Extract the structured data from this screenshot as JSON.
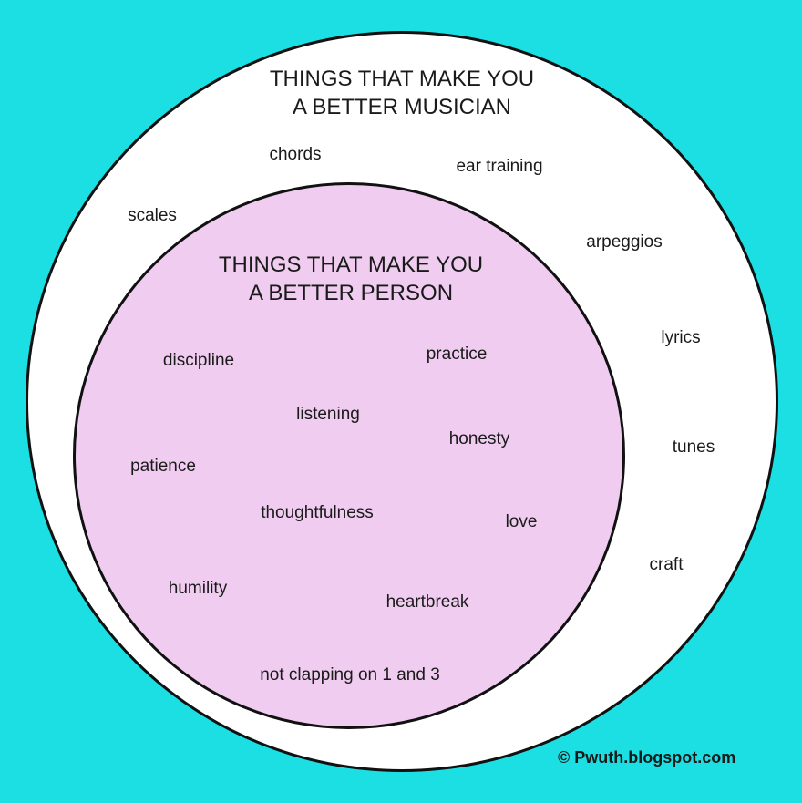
{
  "musician_set": {
    "title_line1": "THINGS THAT MAKE YOU",
    "title_line2": "A BETTER MUSICIAN",
    "items": [
      "chords",
      "ear training",
      "scales",
      "arpeggios",
      "lyrics",
      "tunes",
      "craft"
    ]
  },
  "person_set": {
    "title_line1": "THINGS THAT MAKE YOU",
    "title_line2": "A BETTER PERSON",
    "items": [
      "discipline",
      "practice",
      "listening",
      "honesty",
      "patience",
      "thoughtfulness",
      "love",
      "humility",
      "heartbreak",
      "not clapping on 1 and 3"
    ]
  },
  "credit": "© Pwuth.blogspot.com",
  "colors": {
    "background": "#1cdfe3",
    "musician_fill": "#ffffff",
    "person_fill": "#f0cdf0",
    "outline": "#111111"
  }
}
